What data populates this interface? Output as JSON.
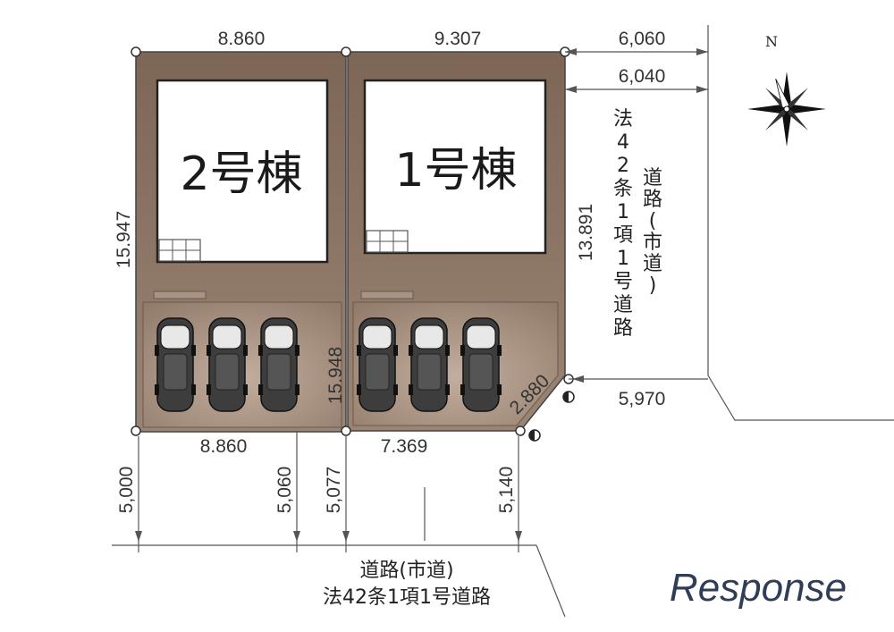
{
  "buildings": {
    "left": "2号棟",
    "right": "1号棟"
  },
  "dimensions": {
    "top_left": "8.860",
    "top_right": "9.307",
    "bottom_left": "8.860",
    "bottom_right": "7.369",
    "left_side": "15.947",
    "middle": "15.948",
    "right_side": "13.891",
    "corner": "2.880",
    "road_top_1": "6,060",
    "road_top_2": "6,040",
    "road_side_bottom": "5,970",
    "road_front_1": "5,000",
    "road_front_2": "5,060",
    "road_front_3": "5,077",
    "road_front_4": "5,140"
  },
  "roads": {
    "side_col1": "法42条1項1号道路",
    "side_col2": "道路(市道)",
    "front_line1": "道路(市道)",
    "front_line2": "法42条1項1号道路"
  },
  "north_label": "N",
  "brand": "Response",
  "colors": {
    "lot_fill": "#8a7363",
    "lot_light": "#b7a293",
    "house_fill": "#ffffff",
    "outline": "#444444",
    "brand": "#2f3d57"
  },
  "icons": {
    "car": "car-icon",
    "compass": "compass-rose-icon",
    "boundary_marker": "boundary-marker-icon"
  }
}
